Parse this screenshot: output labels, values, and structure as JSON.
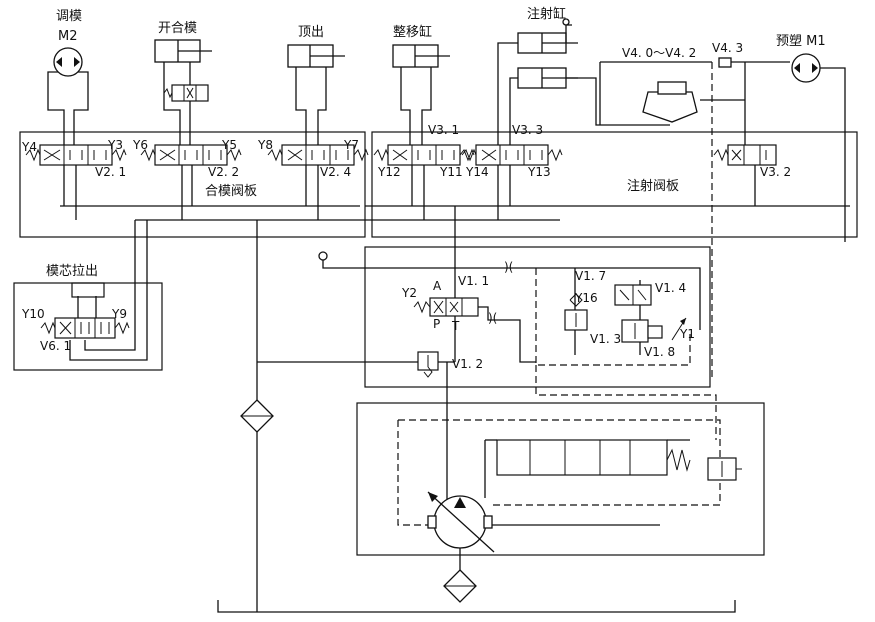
{
  "labels": {
    "mold_adjust": "调模",
    "m2": "M2",
    "mold_open_close": "开合模",
    "ejector": "顶出",
    "carriage_cyl": "整移缸",
    "injection_cyl": "注射缸",
    "v4": "V4. 0～V4. 2",
    "v43": "V4. 3",
    "preplastic": "预塑 M1",
    "y4": "Y4",
    "y3": "Y3",
    "v21": "V2. 1",
    "y6": "Y6",
    "y5": "Y5",
    "v22": "V2. 2",
    "y8": "Y8",
    "y7": "Y7",
    "v24": "V2. 4",
    "clamp_plate": "合模阀板",
    "v31": "V3. 1",
    "v33": "V3. 3",
    "y12": "Y12",
    "y11": "Y11",
    "y14": "Y14",
    "y13": "Y13",
    "inj_plate": "注射阀板",
    "v32": "V3. 2",
    "core_pull": "模芯拉出",
    "y10": "Y10",
    "y9": "Y9",
    "v61": "V6. 1",
    "y2": "Y2",
    "a": "A",
    "p": "P",
    "t": "T",
    "v11": "V1. 1",
    "v12": "V1. 2",
    "v17": "V1. 7",
    "y16": "Y16",
    "v14": "V1. 4",
    "v13": "V1. 3",
    "y1": "Y1",
    "v18": "V1. 8"
  }
}
